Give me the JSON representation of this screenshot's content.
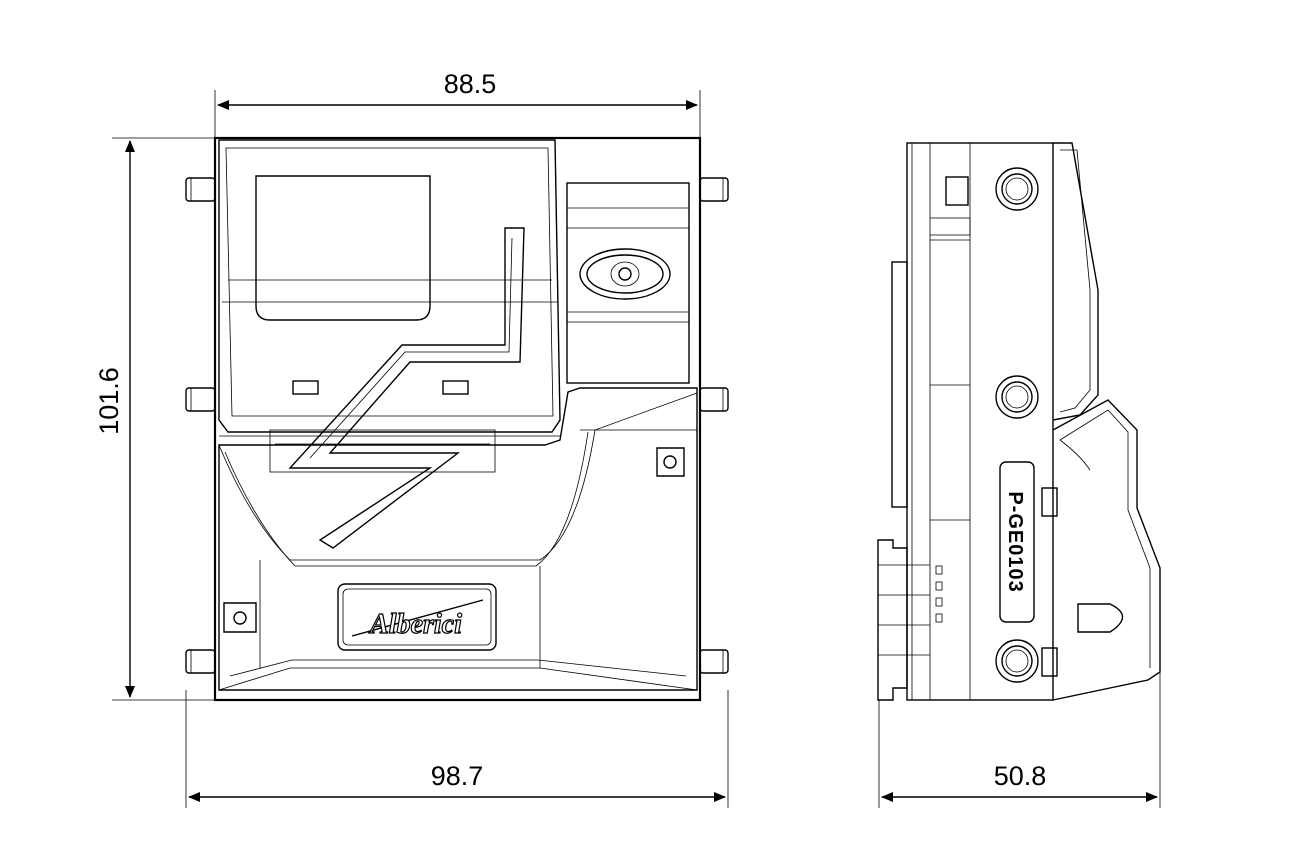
{
  "dimensions": {
    "top_width": "88.5",
    "bottom_width": "98.7",
    "height": "101.6",
    "side_depth": "50.8"
  },
  "front_view": {
    "logo_text": "Alberici"
  },
  "side_view": {
    "label_text": "P-GE0103"
  },
  "colors": {
    "line": "#000000",
    "background": "#ffffff"
  }
}
